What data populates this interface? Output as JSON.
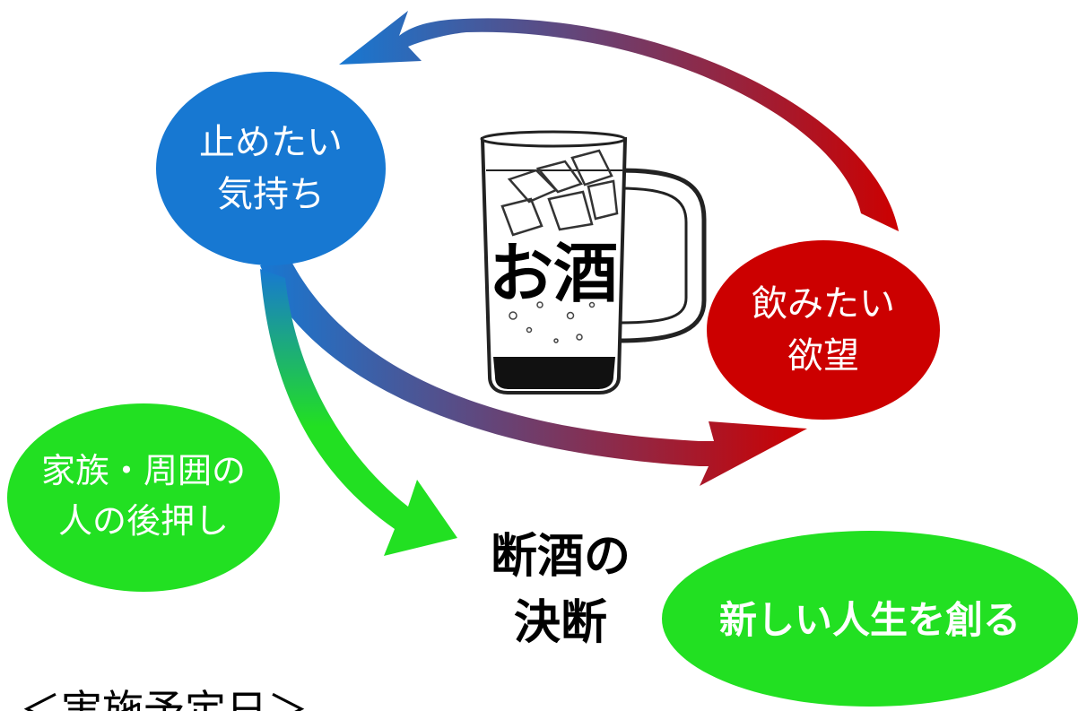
{
  "nodes": {
    "quit": {
      "lines": [
        "止めたい",
        "気持ち"
      ],
      "color": "#1778d2",
      "text_color": "#ffffff"
    },
    "drink": {
      "lines": [
        "飲みたい",
        "欲望"
      ],
      "color": "#cc0000",
      "text_color": "#ffffff"
    },
    "family": {
      "lines": [
        "家族・周囲の",
        "人の後押し"
      ],
      "color": "#22e022",
      "text_color": "#ffffff"
    },
    "new_life": {
      "lines": [
        "新しい人生を創る"
      ],
      "color": "#22e022",
      "text_color": "#ffffff"
    }
  },
  "center": {
    "label": "お酒",
    "icon": "beer-mug-icon"
  },
  "decision": {
    "lines": [
      "断酒の",
      "決断"
    ]
  },
  "footer": {
    "label": "＜実施予定日＞"
  },
  "colors": {
    "blue": "#1778d2",
    "red": "#cc0000",
    "green": "#22e022",
    "black": "#000000"
  }
}
